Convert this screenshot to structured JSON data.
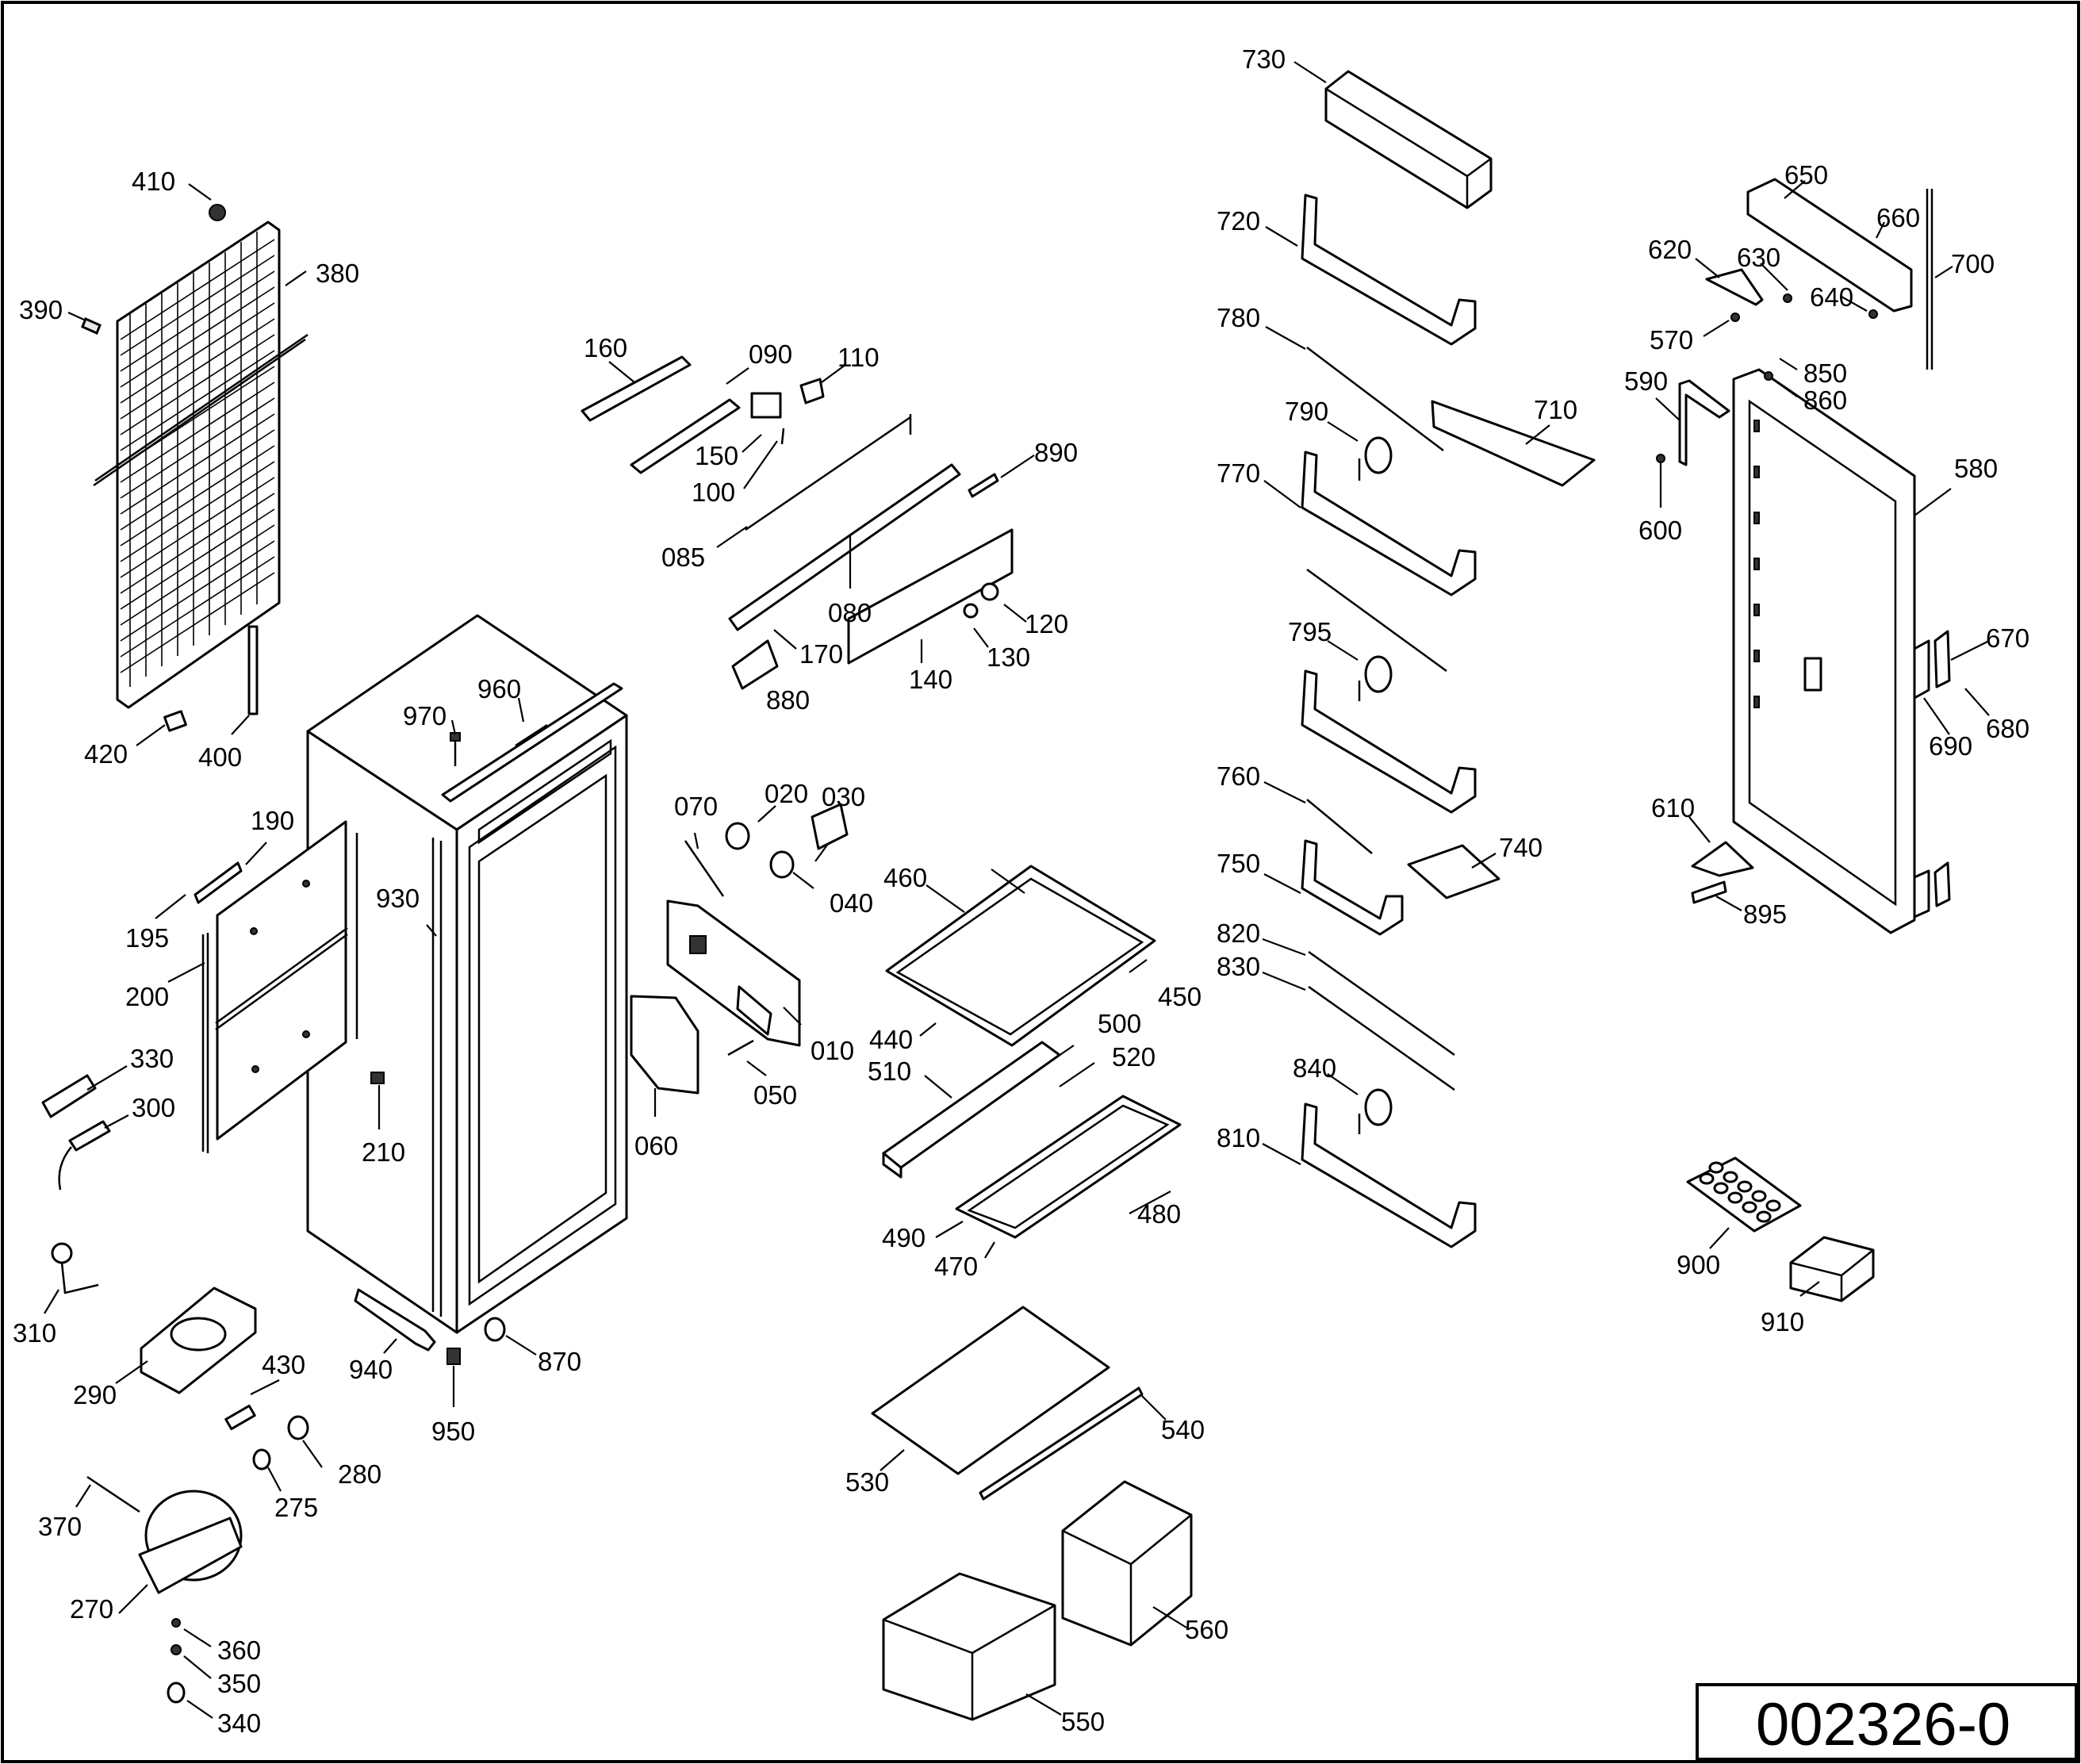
{
  "drawing_id": "002326-0",
  "part_labels": {
    "p010": "010",
    "p020": "020",
    "p030": "030",
    "p040": "040",
    "p050": "050",
    "p060": "060",
    "p070": "070",
    "p080": "080",
    "p085": "085",
    "p090": "090",
    "p100": "100",
    "p110": "110",
    "p120": "120",
    "p130": "130",
    "p140": "140",
    "p150": "150",
    "p160": "160",
    "p170": "170",
    "p190": "190",
    "p195": "195",
    "p200": "200",
    "p210": "210",
    "p270": "270",
    "p275": "275",
    "p280": "280",
    "p290": "290",
    "p300": "300",
    "p310": "310",
    "p330": "330",
    "p340": "340",
    "p350": "350",
    "p360": "360",
    "p370": "370",
    "p380": "380",
    "p390": "390",
    "p400": "400",
    "p410": "410",
    "p420": "420",
    "p430": "430",
    "p440": "440",
    "p450": "450",
    "p460": "460",
    "p470": "470",
    "p480": "480",
    "p490": "490",
    "p500": "500",
    "p510": "510",
    "p520": "520",
    "p530": "530",
    "p540": "540",
    "p550": "550",
    "p560": "560",
    "p570": "570",
    "p580": "580",
    "p590": "590",
    "p600": "600",
    "p610": "610",
    "p620": "620",
    "p630": "630",
    "p640": "640",
    "p650": "650",
    "p660": "660",
    "p670": "670",
    "p680": "680",
    "p690": "690",
    "p700": "700",
    "p710": "710",
    "p720": "720",
    "p730": "730",
    "p740": "740",
    "p750": "750",
    "p760": "760",
    "p770": "770",
    "p780": "780",
    "p790": "790",
    "p795": "795",
    "p810": "810",
    "p820": "820",
    "p830": "830",
    "p840": "840",
    "p850": "850",
    "p860": "860",
    "p870": "870",
    "p880": "880",
    "p890": "890",
    "p895": "895",
    "p900": "900",
    "p910": "910",
    "p930": "930",
    "p940": "940",
    "p950": "950",
    "p960": "960",
    "p970": "970"
  }
}
